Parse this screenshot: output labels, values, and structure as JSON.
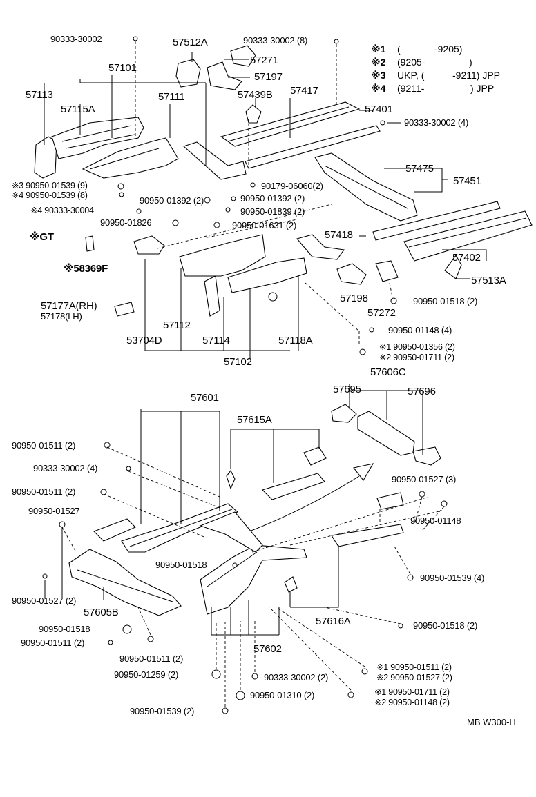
{
  "legend": [
    {
      "mark": "※1",
      "a": "(",
      "b": "-9205)"
    },
    {
      "mark": "※2",
      "a": "(9205-",
      "b": ")"
    },
    {
      "mark": "※3",
      "a": "UKP, (",
      "b": "-9211) JPP"
    },
    {
      "mark": "※4",
      "a": "(9211-",
      "b": ") JPP"
    }
  ],
  "gt_label": "※GT",
  "reference": "MB W300-H",
  "upper": {
    "p57101": "57101",
    "p57113": "57113",
    "p57115A": "57115A",
    "p57111": "57111",
    "p57512A": "57512A",
    "p57271": "57271",
    "p57197": "57197",
    "p57439B": "57439B",
    "p57417": "57417",
    "p57401": "57401",
    "p57475": "57475",
    "p57451": "57451",
    "p57418": "57418",
    "p57402": "57402",
    "p57513A": "57513A",
    "p57198": "57198",
    "p57272": "57272",
    "p58369F": "※58369F",
    "p57177A": "57177A(RH)",
    "p57178": "57178(LH)",
    "p57112": "57112",
    "p53704D": "53704D",
    "p57114": "57114",
    "p57118A": "57118A",
    "p57102": "57102",
    "f1": "90333-30002",
    "f2": "90333-30002 (8)",
    "f3": "90333-30002 (4)",
    "f4": "※3 90950-01539 (9)",
    "f5": "※4 90950-01539 (8)",
    "f6": "※4 90333-30004",
    "f7": "90950-01826",
    "f8": "90950-01392 (2)",
    "f9": "90950-01392 (2)",
    "f10": "90179-06060(2)",
    "f11": "90950-01839 (2)",
    "f12": "90950-01631 (2)",
    "f13": "90950-01518 (2)",
    "f14": "90950-01148 (4)",
    "f15": "※1 90950-01356 (2)",
    "f16": "※2 90950-01711 (2)"
  },
  "lower": {
    "p57606C": "57606C",
    "p57695": "57695",
    "p57696": "57696",
    "p57601": "57601",
    "p57615A": "57615A",
    "p57605B": "57605B",
    "p57616A": "57616A",
    "p57602": "57602",
    "f1": "90950-01511 (2)",
    "f2": "90333-30002 (4)",
    "f3": "90950-01511 (2)",
    "f4": "90950-01527",
    "f5": "90950-01527 (2)",
    "f6": "90950-01518",
    "f7": "90950-01511 (2)",
    "f8": "90950-01511 (2)",
    "f9": "90950-01259 (2)",
    "f10": "90950-01539 (2)",
    "f11": "90950-01518",
    "f12": "90950-01527 (3)",
    "f13": "90950-01148",
    "f14": "90950-01539 (4)",
    "f15": "90950-01518 (2)",
    "f16": "90333-30002 (2)",
    "f17": "90950-01310 (2)",
    "f18": "※1 90950-01511 (2)",
    "f19": "※2 90950-01527 (2)",
    "f20": "※1 90950-01711 (2)",
    "f21": "※2 90950-01148 (2)"
  }
}
